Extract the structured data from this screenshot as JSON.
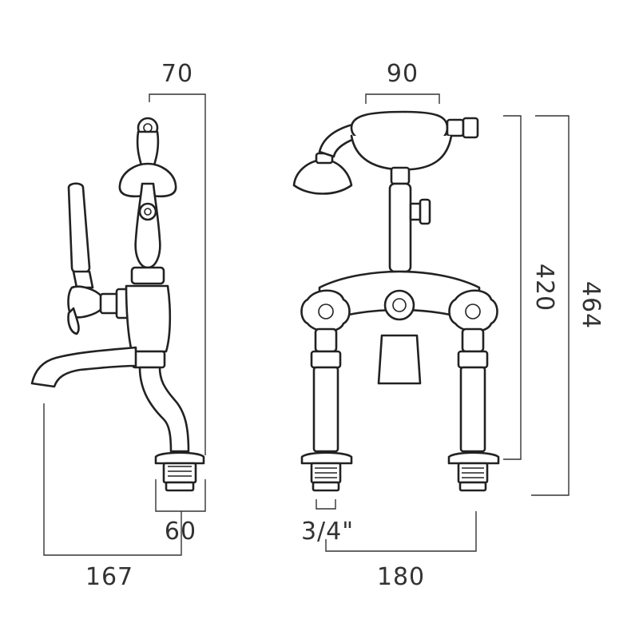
{
  "dimensions": {
    "side_top_width": "70",
    "front_handset_width": "90",
    "front_height_inner": "420",
    "front_height_total": "464",
    "side_tail_width": "60",
    "front_thread_size": "3/4\"",
    "side_projection": "167",
    "front_centers": "180"
  }
}
